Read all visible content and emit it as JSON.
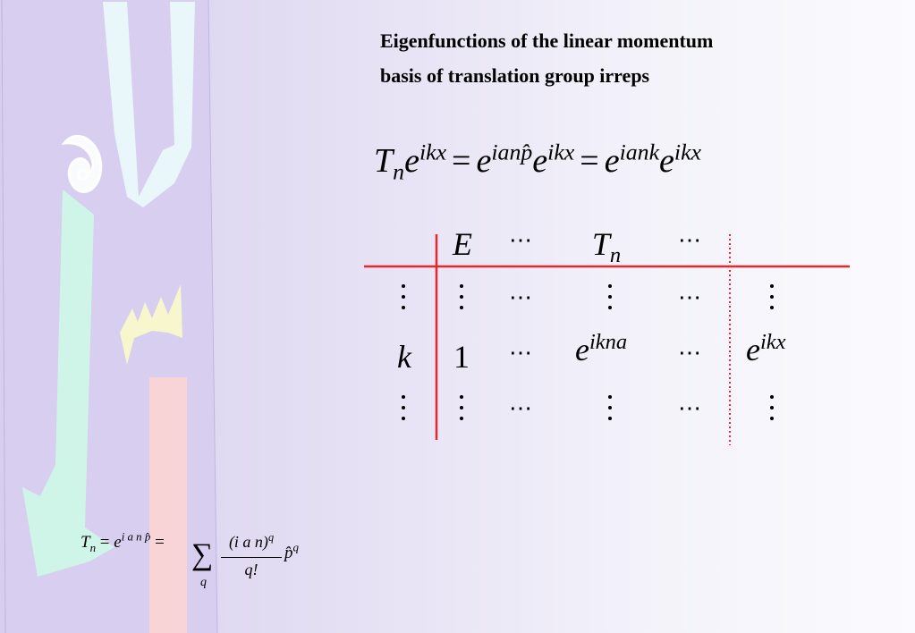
{
  "title": {
    "line1": "Eigenfunctions of the linear momentum",
    "line2": "basis of translation group irreps"
  },
  "main_equation": {
    "T": "T",
    "n": "n",
    "e": "e",
    "ikx": "ikx",
    "eq": "=",
    "ianp": "ianp̂",
    "iank": "iank"
  },
  "table": {
    "header": {
      "E": "E",
      "T": "T",
      "n": "n"
    },
    "row_k": {
      "label": "k",
      "one": "1",
      "e": "e",
      "ikna": "ikna",
      "ikx": "ikx"
    },
    "dots": "⋯"
  },
  "bottom_equation": {
    "T": "T",
    "n": "n",
    "eq": "=",
    "e": "e",
    "exp": "i a n p̂",
    "sum": "∑",
    "sum_index": "q",
    "numerator": "(i a n)",
    "num_exp": "q",
    "denominator": "q!",
    "p": "p̂",
    "p_exp": "q"
  },
  "colors": {
    "table_lines": "#e8262b",
    "decor_cyan": "#e8f6f9",
    "decor_green": "#cdf4e6",
    "decor_yellow": "#f7f6cc",
    "decor_pink": "#f9d4d6",
    "left_panel": "#d6cdee"
  }
}
